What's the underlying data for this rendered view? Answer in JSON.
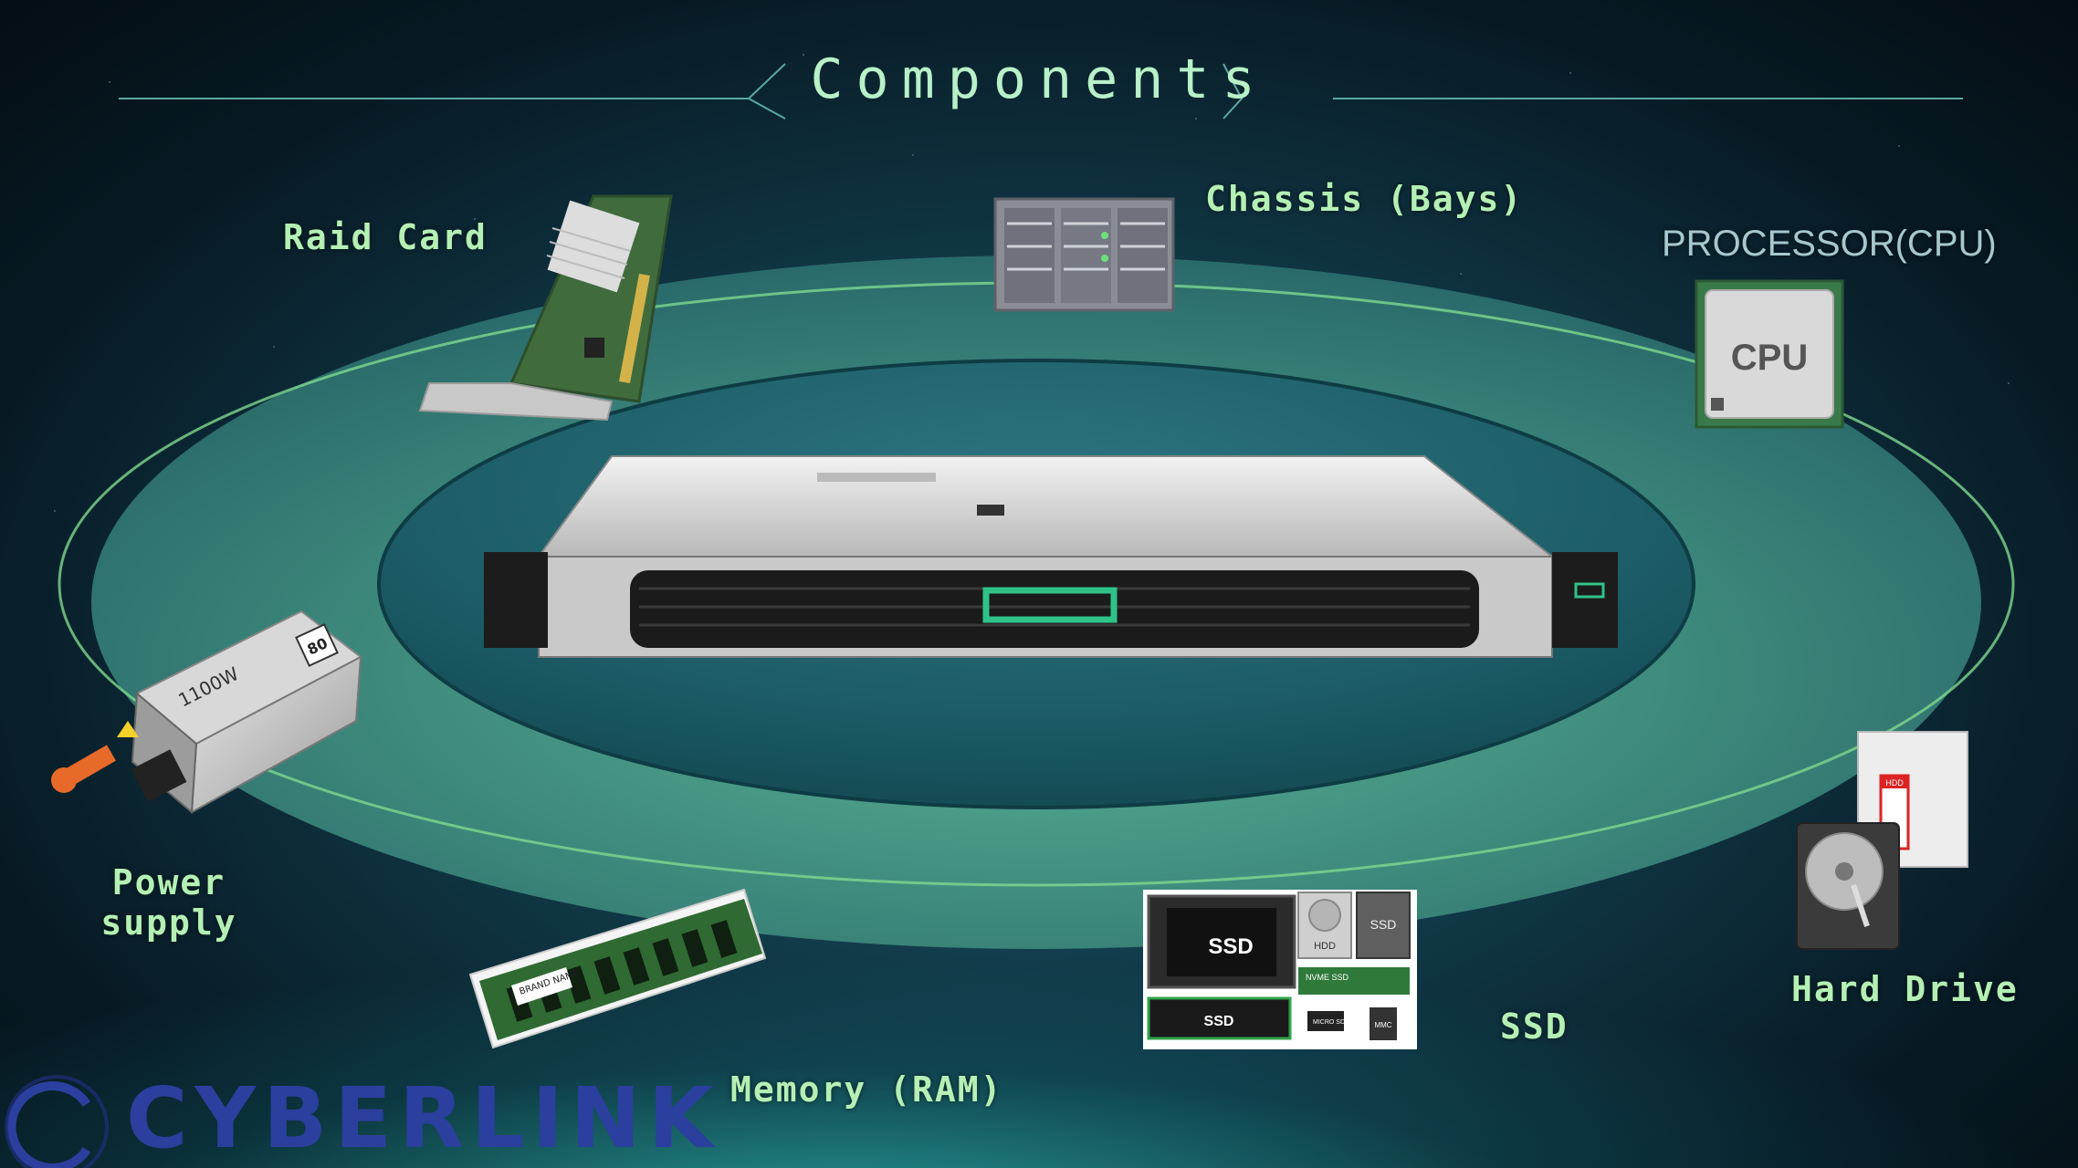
{
  "title": "Components",
  "components": {
    "raid_card": "Raid Card",
    "chassis": "Chassis (Bays)",
    "processor": "PROCESSOR(CPU)",
    "power_supply_line1": "Power",
    "power_supply_line2": "supply",
    "memory": "Memory (RAM)",
    "ssd": "SSD",
    "hard_drive": "Hard Drive"
  },
  "product_text": {
    "cpu_chip": "CPU",
    "ssd_main": "SSD",
    "ssd_small": "SSD",
    "ssd_bar": "SSD",
    "hdd_small": "HDD",
    "hdd_tag": "HDD",
    "nvme": "NVME SSD",
    "micro_sd": "MICRO SD",
    "mmc": "MMC",
    "psu_watt": "1100W",
    "psu_badge": "80",
    "ram_label": "BRAND NAME"
  },
  "brand": "CYBERLINK",
  "colors": {
    "label": "#b4f0b4",
    "orbit": "#7fd88f",
    "ellipse_outer": "#3f8c7e",
    "ellipse_inner": "#1c5c66",
    "brand": "#2b3f9e"
  }
}
